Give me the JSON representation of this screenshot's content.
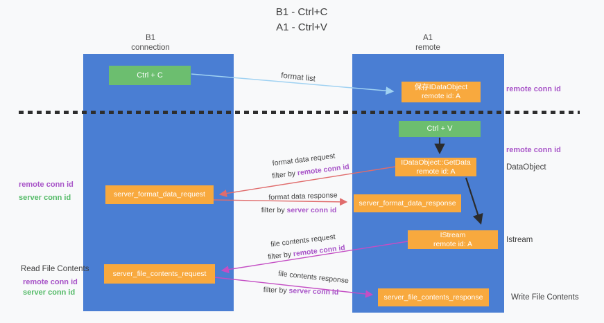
{
  "title": {
    "line1": "B1 - Ctrl+C",
    "line2": "A1 - Ctrl+V"
  },
  "columns": {
    "left": {
      "name": "B1",
      "role": "connection"
    },
    "right": {
      "name": "A1",
      "role": "remote"
    }
  },
  "nodes": {
    "ctrl_c": "Ctrl + C",
    "ctrl_v": "Ctrl + V",
    "save_idataobject": {
      "line1": "保存IDataObject",
      "line2": "remote id: A"
    },
    "getdata": {
      "line1": "IDataObject::GetData",
      "line2": "remote id: A"
    },
    "istream": {
      "line1": "IStream",
      "line2": "remote id: A"
    },
    "format_request": "server_format_data_request",
    "format_response": "server_format_data_response",
    "file_request": "server_file_contents_request",
    "file_response": "server_file_contents_response"
  },
  "flows": {
    "format_list": "format list",
    "format_data_request": {
      "label": "format data request",
      "filter_prefix": "filter by ",
      "filter_key": "remote conn id"
    },
    "format_data_response": {
      "label": "format data response",
      "filter_prefix": "filter by ",
      "filter_key": "server conn id"
    },
    "file_contents_request": {
      "label": "file contents request",
      "filter_prefix": "filter by ",
      "filter_key": "remote conn id"
    },
    "file_contents_response": {
      "label": "file contents response",
      "filter_prefix": "filter by ",
      "filter_key": "server conn id"
    }
  },
  "side_labels": {
    "right_remote_conn_top": "remote conn id",
    "right_remote_conn_mid": "remote conn id",
    "right_dataobject": "DataObject",
    "right_istream": "Istream",
    "right_write_file": "Write File Contents",
    "left_remote_conn_mid": "remote conn id",
    "left_server_conn_mid": "server conn id",
    "left_read_file": "Read File Contents",
    "left_remote_conn_bottom": "remote conn id",
    "left_server_conn_bottom": "server conn id"
  },
  "colors": {
    "background": "#f8f9fa",
    "lifeline_blue": "#4a7ed3",
    "node_green": "#6cbe6f",
    "node_orange": "#f8a93e",
    "arrow_light_blue": "#a0d2f2",
    "arrow_red": "#e06c6c",
    "arrow_magenta": "#c44ec4",
    "arrow_black": "#2b2b2b",
    "text_purple": "#a855c8",
    "text_green": "#56bb69"
  }
}
